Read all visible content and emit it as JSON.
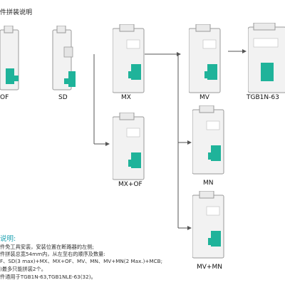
{
  "header": {
    "title": "件拼装说明"
  },
  "devices": [
    {
      "id": "of",
      "label": "OF"
    },
    {
      "id": "sd",
      "label": "SD"
    },
    {
      "id": "mx",
      "label": "MX"
    },
    {
      "id": "mv",
      "label": "MV"
    },
    {
      "id": "tgb",
      "label": "TGB1N-63"
    },
    {
      "id": "mxof",
      "label": "MX+OF"
    },
    {
      "id": "mn",
      "label": "MN"
    },
    {
      "id": "mvmn",
      "label": "MV+MN"
    }
  ],
  "notes": {
    "title": "说明:",
    "lines": [
      "件免工具安装，安装位置在断路器的左侧;",
      "件拼装总宽54mm内，从左至右的顺序及数量:",
      "F、SD(3 max)+MX、MX+OF、MV、MN、MV+MN(2 Max.)+MCB;",
      ")最多只能拼装2个。",
      "件通用于TGB1N-63,TGB1NLE-63(32)。"
    ]
  },
  "colors": {
    "accent": "#1aa0b0",
    "handle": "#1fb39a",
    "body": "#f2f2f2",
    "outline": "#9a9a9a",
    "connector": "#555555"
  }
}
